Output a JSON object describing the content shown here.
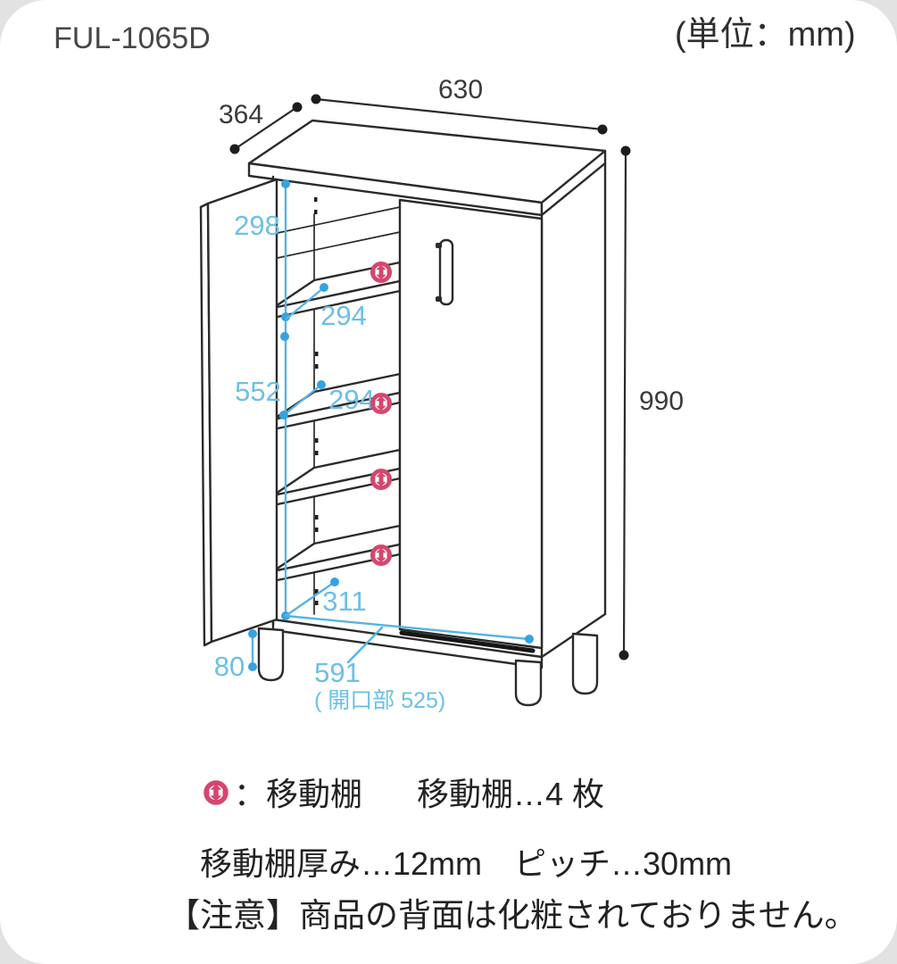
{
  "header": {
    "model": "FUL-1065D",
    "unit_note": "(単位：mm)"
  },
  "dimensions": {
    "width": "630",
    "depth": "364",
    "height": "990",
    "top_space": "298",
    "shelf_depth_upper": "294",
    "shelf_depth_lower": "294",
    "inner_height": "552",
    "bottom_depth": "311",
    "leg_height": "80",
    "inner_width": "591",
    "opening_note": "( 開口部 525)"
  },
  "legend": {
    "icon_meaning": "：移動棚",
    "shelf_count": "移動棚…4 枚",
    "shelf_detail": "移動棚厚み…12mm　ピッチ…30mm"
  },
  "notice": "【注意】商品の背面は化粧されておりません。",
  "colors": {
    "accent_cyan": "#56b4e4",
    "accent_cyan_text": "#6cc0e6",
    "accent_pink": "#d6466e",
    "line_black": "#2b2b2b"
  }
}
